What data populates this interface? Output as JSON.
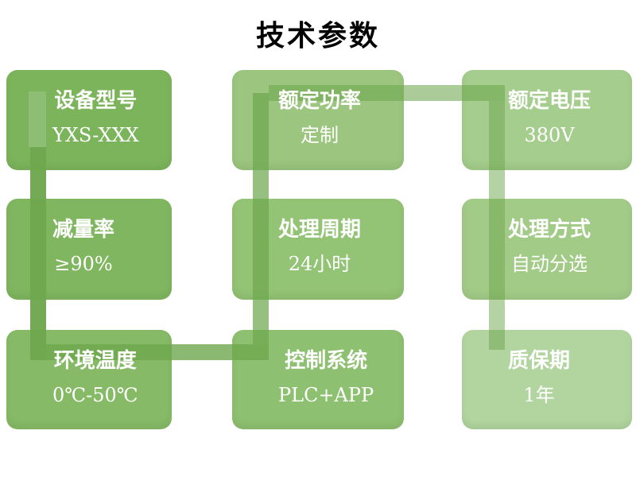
{
  "slide": {
    "title": "技术参数"
  },
  "boxes": [
    {
      "id": "device-model",
      "label": "设备型号",
      "value": "YXS-XXX",
      "color": "#7CB45C"
    },
    {
      "id": "rated-power",
      "label": "额定功率",
      "value": "定制",
      "color": "#9CC67F"
    },
    {
      "id": "rated-voltage",
      "label": "额定电压",
      "value": "380V",
      "color": "#A5CD8D"
    },
    {
      "id": "reduction-rate",
      "label": "减量率",
      "value": "≥90%",
      "color": "#7FB65F"
    },
    {
      "id": "processing-cycle",
      "label": "处理周期",
      "value": "24小时",
      "color": "#93C375"
    },
    {
      "id": "processing-method",
      "label": "处理方式",
      "value": "自动分选",
      "color": "#A3CB88"
    },
    {
      "id": "ambient-temperature",
      "label": "环境温度",
      "value": "0℃-50℃",
      "color": "#86BA66"
    },
    {
      "id": "control-system",
      "label": "控制系统",
      "value": "PLC+APP",
      "color": "#8EC071"
    },
    {
      "id": "warranty",
      "label": "质保期",
      "value": "1年",
      "color": "#B2D5A0"
    }
  ],
  "connector": {
    "base_color": "#6EA74D",
    "segments": [
      {
        "name": "start-cap",
        "color": "rgba(255,255,255,0.14)"
      },
      {
        "name": "left-vert",
        "color": "rgba(110,167,77,0.97)"
      },
      {
        "name": "bottom-horiz",
        "color": "rgba(110,167,77,0.80)"
      },
      {
        "name": "mid-vert",
        "color": "rgba(110,167,77,0.72)"
      },
      {
        "name": "top-horiz",
        "color": "rgba(110,167,77,0.58)"
      },
      {
        "name": "right-vert",
        "color": "rgba(110,167,77,0.51)"
      }
    ]
  }
}
